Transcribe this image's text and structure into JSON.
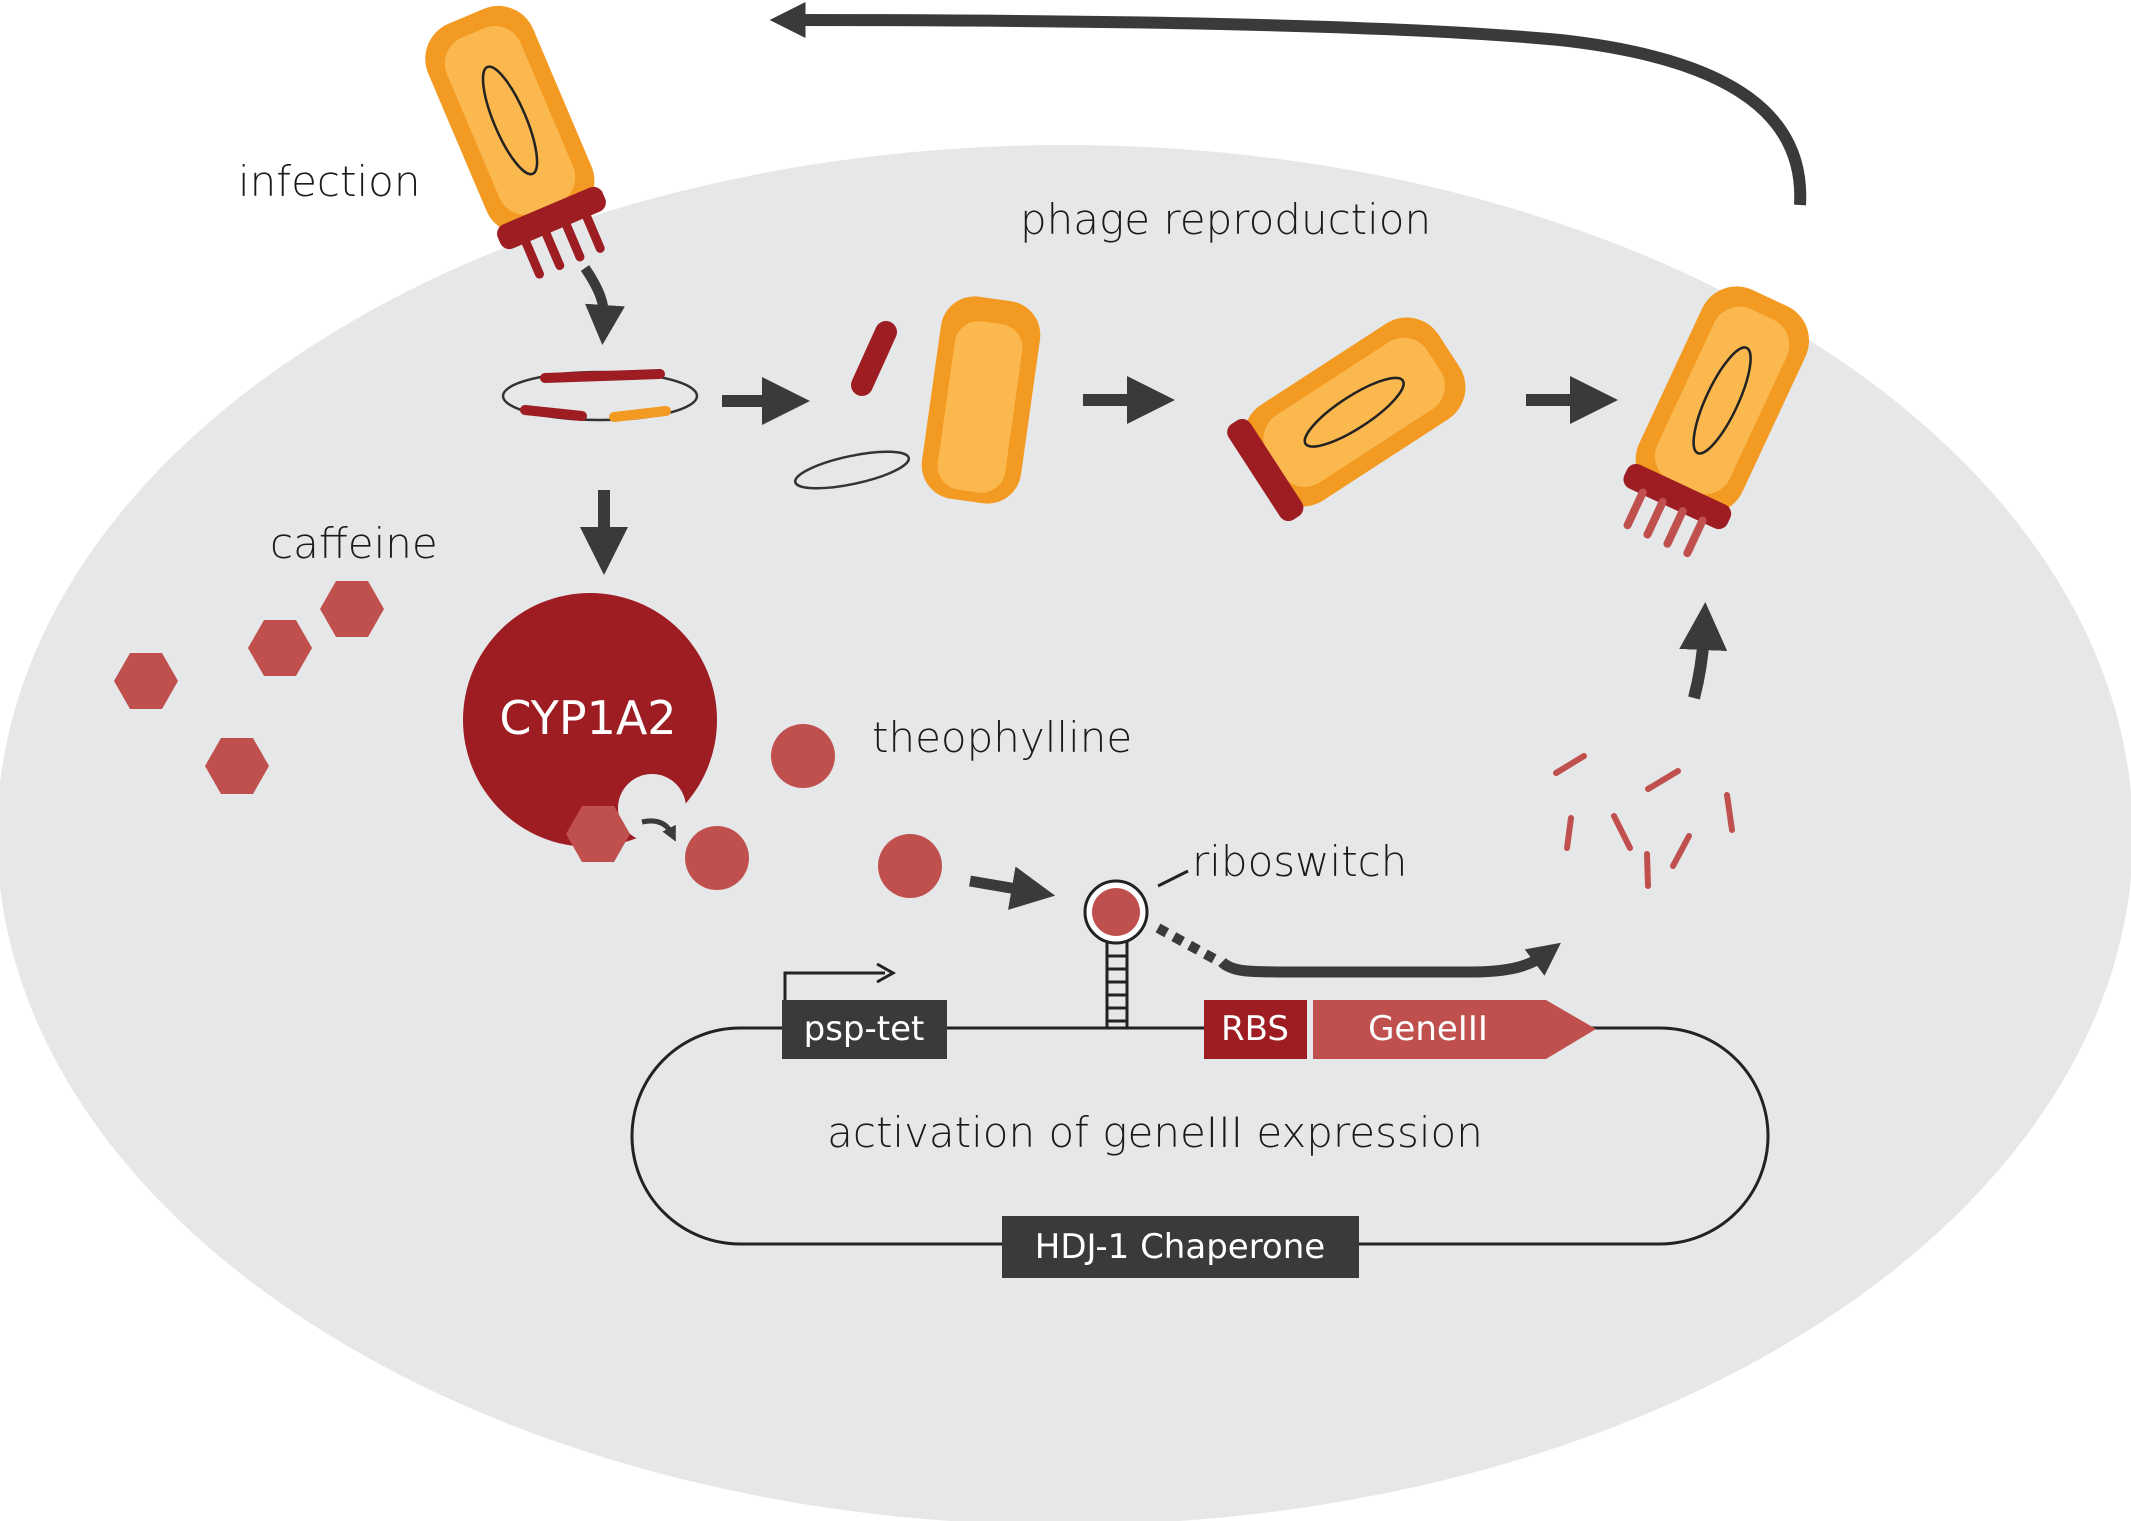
{
  "labels": {
    "infection": "infection",
    "phage_reproduction": "phage reproduction",
    "caffeine": "caffeine",
    "enzyme": "CYP1A2",
    "theophylline": "theophylline",
    "riboswitch": "riboswitch",
    "activation": "activation of geneIII expression"
  },
  "plasmid": {
    "promoter": "psp-tet",
    "rbs": "RBS",
    "gene": "GeneIII",
    "chaperone": "HDJ-1 Chaperone"
  },
  "colors": {
    "cell": "#e6e7e8",
    "phage_outer": "#f39a22",
    "phage_inner": "#fbb84e",
    "dark_red": "#9d1d23",
    "molecule_red": "#c0504d",
    "arrow": "#3a3a3a",
    "box_dark": "#3a3a3a"
  },
  "icons": {
    "phage": "phage-icon",
    "caffeine": "hexagon-icon",
    "theophylline": "circle-icon",
    "riboswitch": "hairpin-icon"
  }
}
